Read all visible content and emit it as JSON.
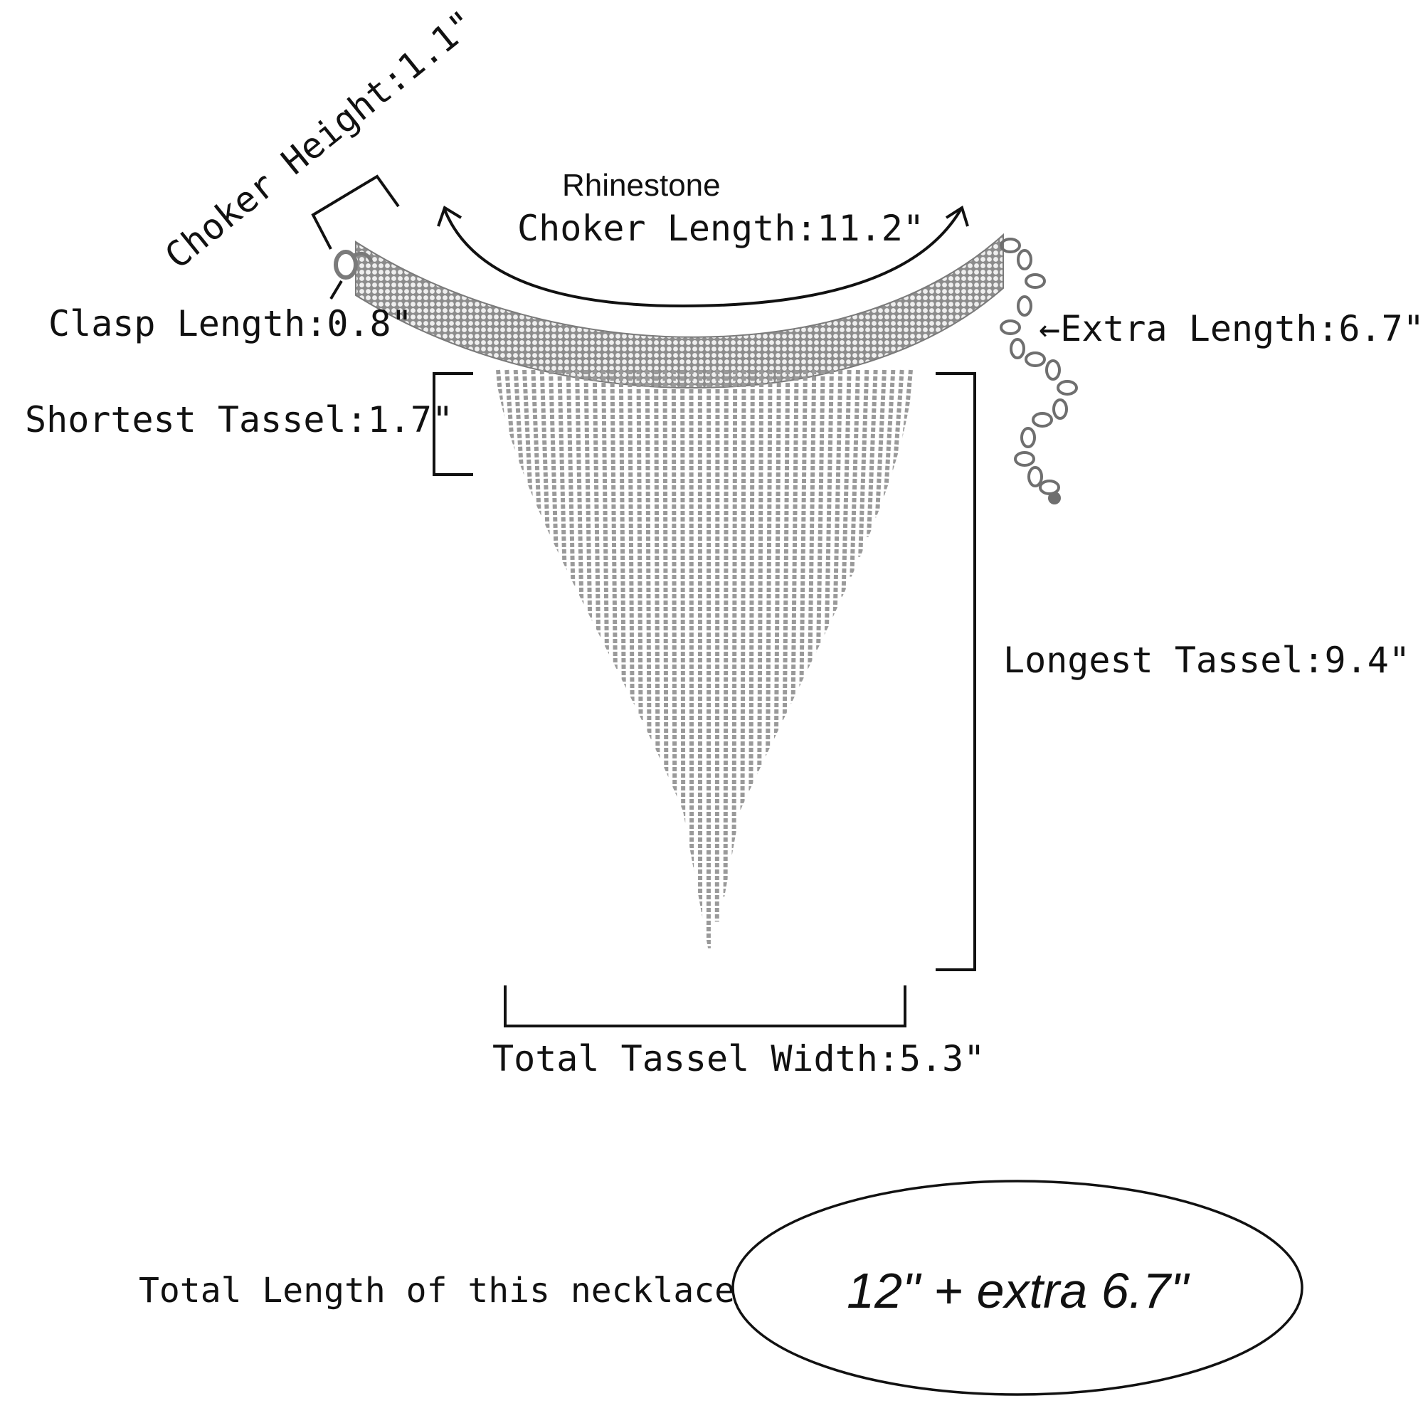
{
  "labels": {
    "choker_height": "Choker Height:1.1\"",
    "rhinestone": "Rhinestone",
    "choker_length": "Choker Length:11.2\"",
    "clasp_length": "Clasp Length:0.8\"",
    "extra_length": "←Extra Length:6.7\"",
    "shortest_tassel": "Shortest Tassel:1.7\"",
    "longest_tassel": "Longest Tassel:9.4\"",
    "total_tassel_width": "Total Tassel Width:5.3\"",
    "total_length_caption": "Total Length of this necklace",
    "total_length_value": "12\" + extra 6.7\""
  },
  "colors": {
    "text": "#111111",
    "lines": "#111111",
    "metal": "#9a9a9a",
    "metal_dark": "#6f6f6f",
    "rhinestone": "#e6e6e6"
  }
}
